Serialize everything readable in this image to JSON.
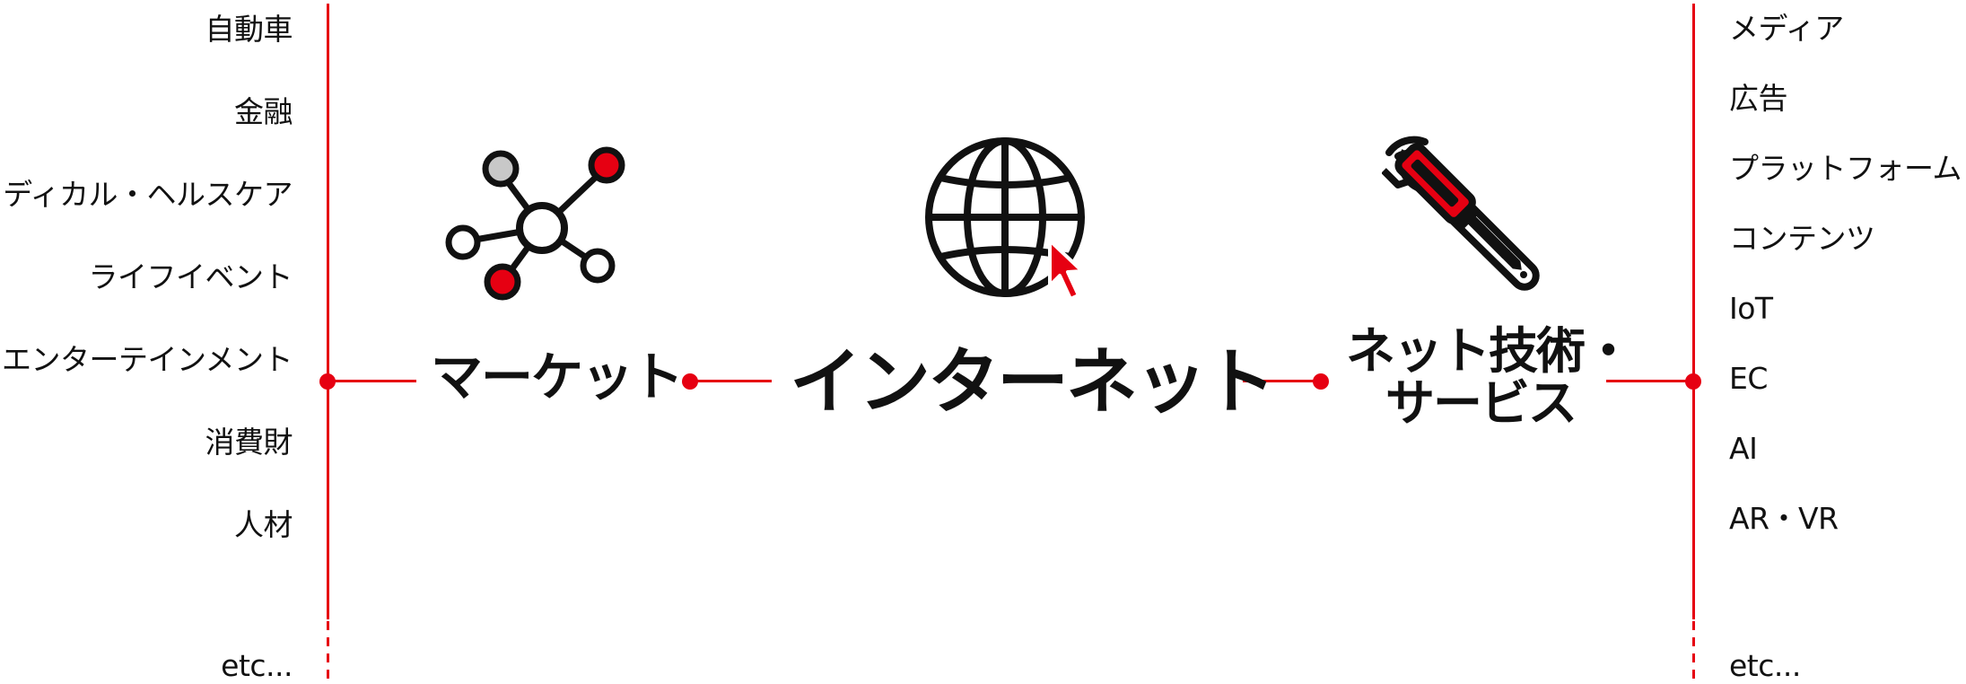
{
  "left_column": {
    "items": [
      "自動車",
      "金融",
      "メディカル・ヘルスケア",
      "ライフイベント",
      "エンターテインメント",
      "消費財",
      "人材"
    ],
    "etc": "etc..."
  },
  "right_column": {
    "items": [
      "メディア",
      "広告",
      "プラットフォーム",
      "コンテンツ",
      "IoT",
      "EC",
      "AI",
      "AR・VR"
    ],
    "etc": "etc..."
  },
  "nodes": {
    "market": {
      "label": "マーケット",
      "icon": "network-icon"
    },
    "internet": {
      "label": "インターネット",
      "icon": "globe-cursor-icon"
    },
    "tech": {
      "label_line1": "ネット技術・",
      "label_line2": "サービス",
      "icon": "wrench-screwdriver-icon"
    }
  },
  "colors": {
    "accent": "#e60012",
    "text": "#111111",
    "gray_node": "#c8c8c8"
  }
}
